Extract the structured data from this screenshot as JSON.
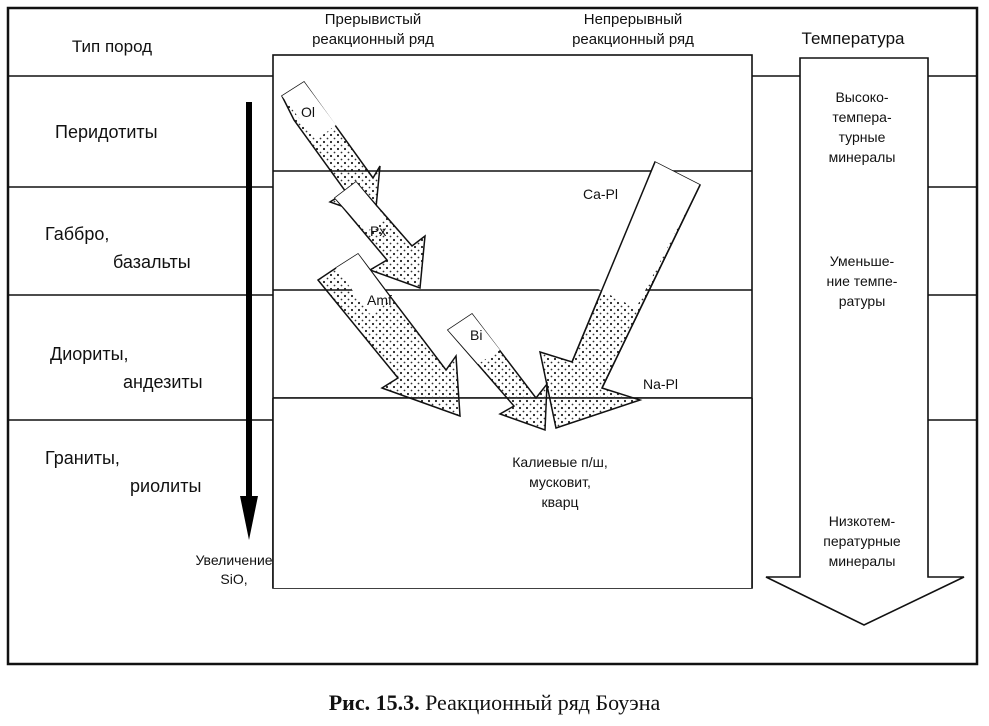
{
  "headers": {
    "rock_type": "Тип пород",
    "discontinuous": [
      "Прерывистый",
      "реакционный ряд"
    ],
    "continuous": [
      "Непрерывный",
      "реакционный ряд"
    ],
    "temperature": "Температура"
  },
  "rows": [
    {
      "lines": [
        "Перидотиты"
      ]
    },
    {
      "lines": [
        "Габбро,",
        "базальты"
      ]
    },
    {
      "lines": [
        "Диориты,",
        "андезиты"
      ]
    },
    {
      "lines": [
        "Граниты,",
        "риолиты"
      ]
    }
  ],
  "minerals": {
    "ol": "Ol",
    "px": "Px",
    "amf": "Amf",
    "bi": "Bi",
    "ca_pl": "Ca-Pl",
    "na_pl": "Na-Pl"
  },
  "final_products": [
    "Калиевые п/ш,",
    "мусковит,",
    "кварц"
  ],
  "sio2_label": [
    "Увеличение",
    "SiO,"
  ],
  "temperature_labels": {
    "high": [
      "Высоко-",
      "темпера-",
      "турные",
      "минералы"
    ],
    "decrease": [
      "Уменьше-",
      "ние темпе-",
      "ратуры"
    ],
    "low": [
      "Низкотем-",
      "пературные",
      "минералы"
    ]
  },
  "caption": {
    "number": "Рис. 15.3.",
    "title": "Реакционный ряд Боуэна"
  }
}
